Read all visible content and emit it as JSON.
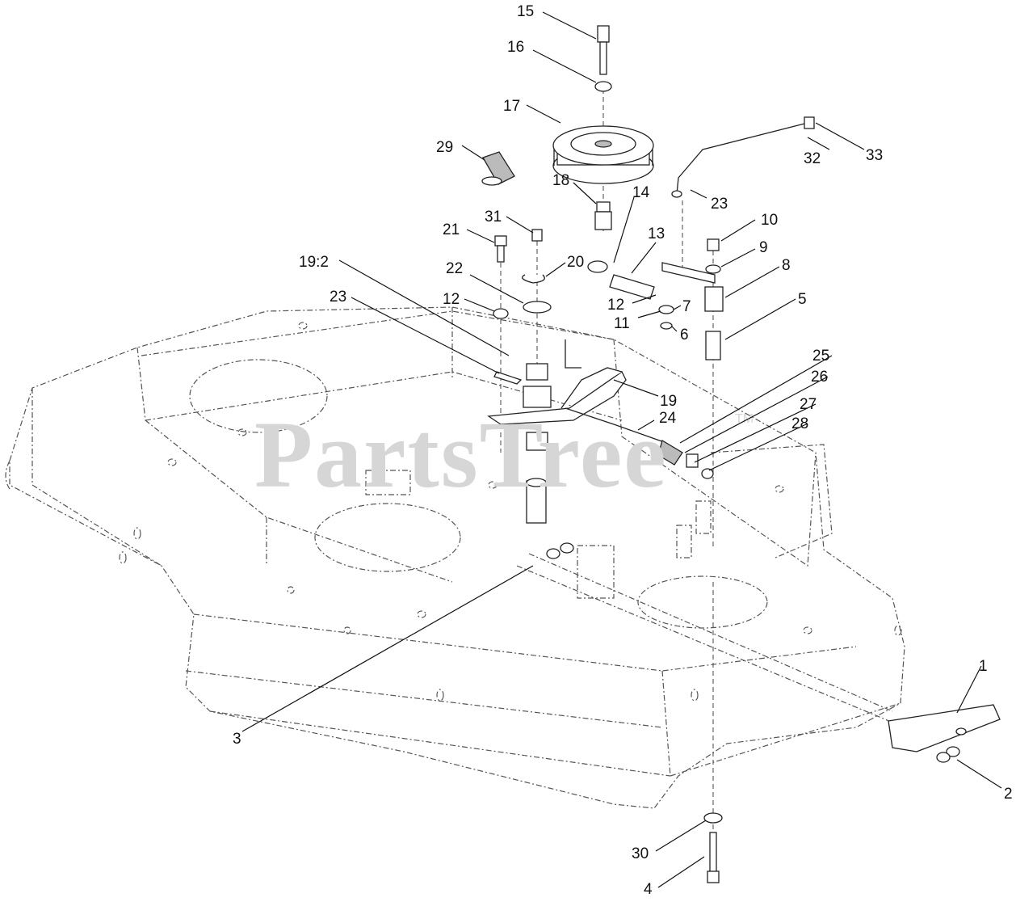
{
  "watermark": {
    "text": "PartsTree",
    "trademark": "TM"
  },
  "callouts": {
    "c15": "15",
    "c16": "16",
    "c17": "17",
    "c29": "29",
    "c18": "18",
    "c14": "14",
    "c13": "13",
    "c32": "32",
    "c33": "33",
    "c23a": "23",
    "c31": "31",
    "c21": "21",
    "c10": "10",
    "c9": "9",
    "c8": "8",
    "c19_2": "19:2",
    "c22": "22",
    "c20": "20",
    "c12a": "12",
    "c12b": "12",
    "c7": "7",
    "c11": "11",
    "c6": "6",
    "c5": "5",
    "c23b": "23",
    "c25": "25",
    "c26": "26",
    "c19": "19",
    "c27": "27",
    "c24": "24",
    "c28": "28",
    "c1": "1",
    "c3": "3",
    "c2": "2",
    "c30": "30",
    "c4": "4"
  }
}
